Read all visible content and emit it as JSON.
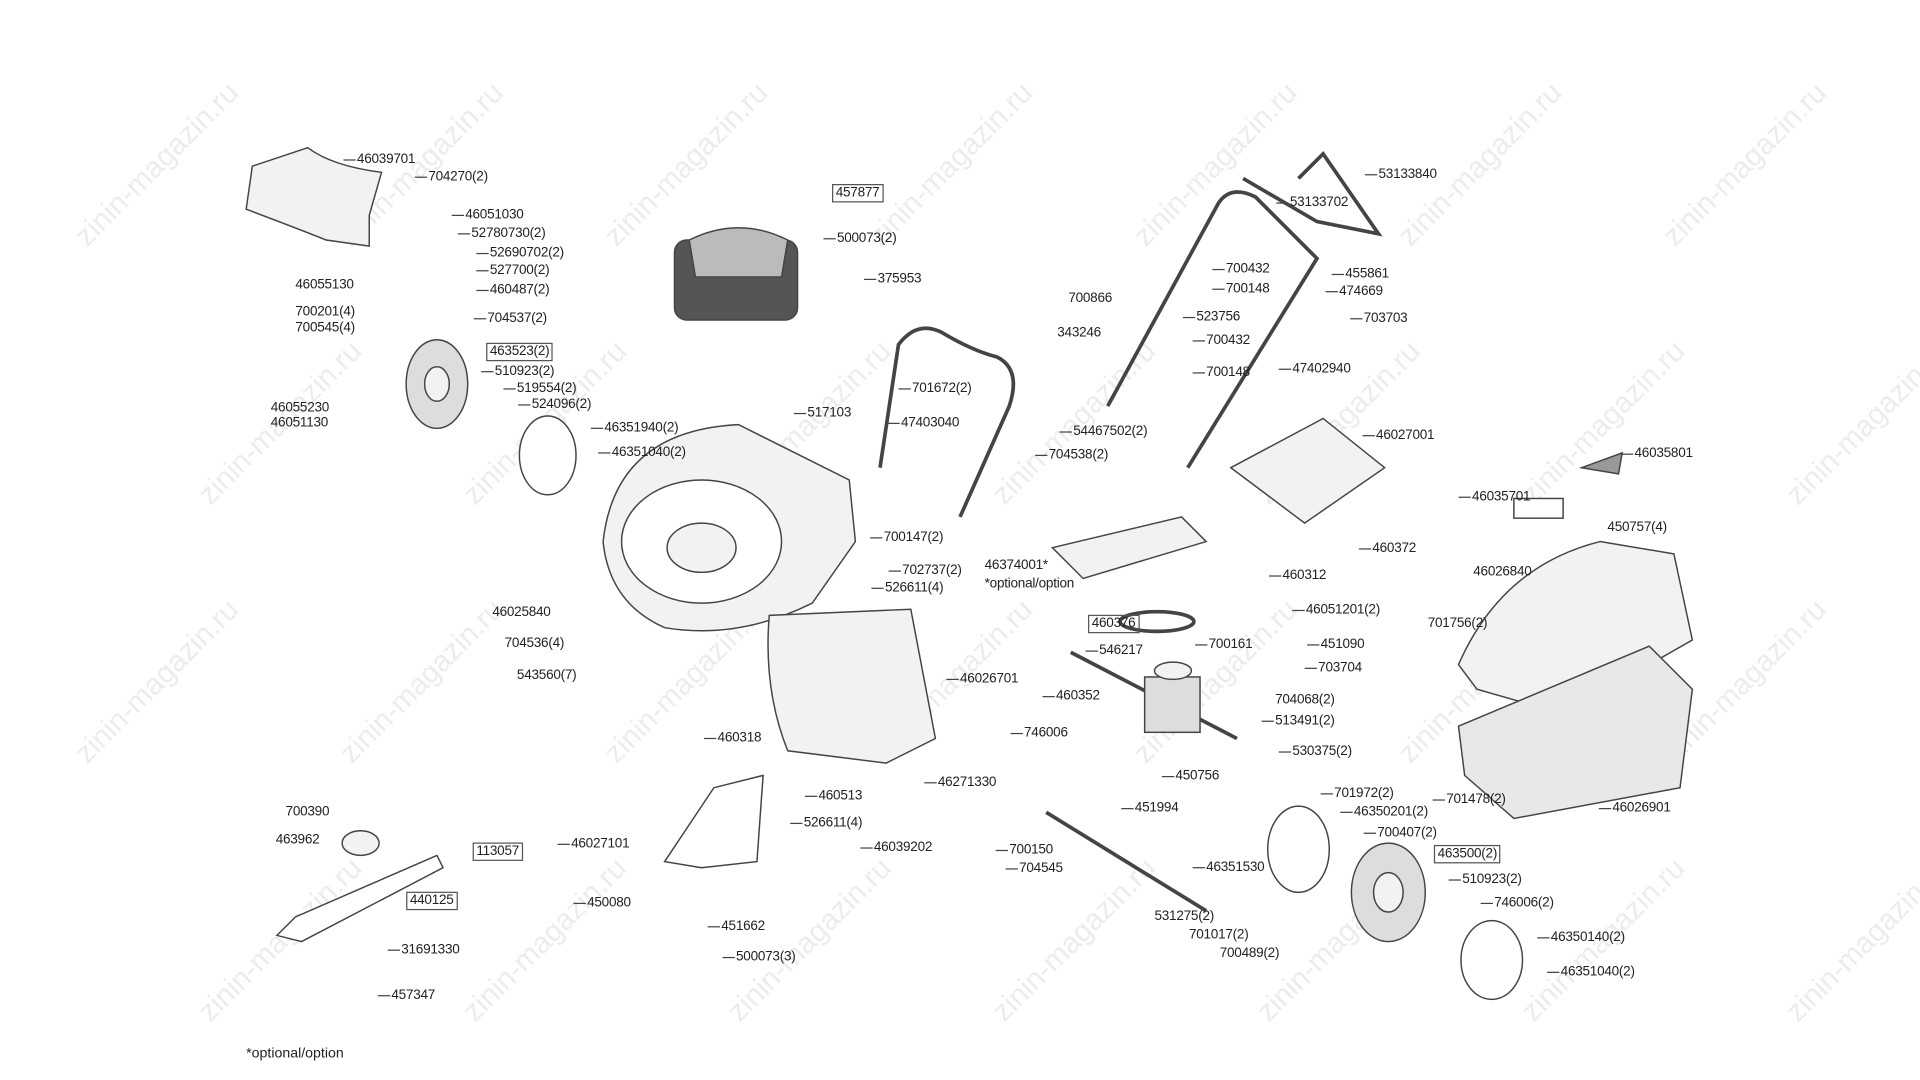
{
  "watermark": "zinin-magazin.ru",
  "footer_note": "*optional/option",
  "labels": [
    {
      "text": "46039701"
    },
    {
      "text": "704270(2)"
    },
    {
      "text": "46051030"
    },
    {
      "text": "52780730(2)"
    },
    {
      "text": "52690702(2)"
    },
    {
      "text": "527700(2)"
    },
    {
      "text": "460487(2)"
    },
    {
      "text": "46055130"
    },
    {
      "text": "700201(4)"
    },
    {
      "text": "700545(4)"
    },
    {
      "text": "704537(2)"
    },
    {
      "text": "463523(2)",
      "boxed": true
    },
    {
      "text": "510923(2)"
    },
    {
      "text": "519554(2)"
    },
    {
      "text": "524096(2)"
    },
    {
      "text": "46055230"
    },
    {
      "text": "46051130"
    },
    {
      "text": "46351940(2)"
    },
    {
      "text": "46351040(2)"
    },
    {
      "text": "457877",
      "boxed": true
    },
    {
      "text": "500073(2)"
    },
    {
      "text": "375953"
    },
    {
      "text": "517103"
    },
    {
      "text": "700147(2)"
    },
    {
      "text": "702737(2)"
    },
    {
      "text": "526611(4)"
    },
    {
      "text": "46025840"
    },
    {
      "text": "704536(4)"
    },
    {
      "text": "543560(7)"
    },
    {
      "text": "46026701"
    },
    {
      "text": "460318"
    },
    {
      "text": "460513"
    },
    {
      "text": "526611(4)"
    },
    {
      "text": "46027101"
    },
    {
      "text": "46039202"
    },
    {
      "text": "46271330"
    },
    {
      "text": "746006"
    },
    {
      "text": "700150"
    },
    {
      "text": "704545"
    },
    {
      "text": "450080"
    },
    {
      "text": "451662"
    },
    {
      "text": "500073(3)"
    },
    {
      "text": "700390"
    },
    {
      "text": "463962"
    },
    {
      "text": "113057",
      "boxed": true
    },
    {
      "text": "440125",
      "boxed": true
    },
    {
      "text": "31691330"
    },
    {
      "text": "457347"
    },
    {
      "text": "47403040"
    },
    {
      "text": "701672(2)"
    },
    {
      "text": "54467502(2)"
    },
    {
      "text": "704538(2)"
    },
    {
      "text": "53133840"
    },
    {
      "text": "53133702"
    },
    {
      "text": "700432"
    },
    {
      "text": "700148"
    },
    {
      "text": "455861"
    },
    {
      "text": "474669"
    },
    {
      "text": "700866"
    },
    {
      "text": "523756"
    },
    {
      "text": "343246"
    },
    {
      "text": "700432"
    },
    {
      "text": "703703"
    },
    {
      "text": "700148"
    },
    {
      "text": "47402940"
    },
    {
      "text": "46027001"
    },
    {
      "text": "460372"
    },
    {
      "text": "460312"
    },
    {
      "text": "46051201(2)"
    },
    {
      "text": "46374001*"
    },
    {
      "text": "*optional/option"
    },
    {
      "text": "460376",
      "boxed": true
    },
    {
      "text": "546217"
    },
    {
      "text": "700161"
    },
    {
      "text": "451090"
    },
    {
      "text": "703704"
    },
    {
      "text": "460352"
    },
    {
      "text": "704068(2)"
    },
    {
      "text": "513491(2)"
    },
    {
      "text": "530375(2)"
    },
    {
      "text": "450756"
    },
    {
      "text": "451994"
    },
    {
      "text": "701972(2)"
    },
    {
      "text": "46350201(2)"
    },
    {
      "text": "700407(2)"
    },
    {
      "text": "463500(2)",
      "boxed": true
    },
    {
      "text": "46351530"
    },
    {
      "text": "510923(2)"
    },
    {
      "text": "746006(2)"
    },
    {
      "text": "531275(2)"
    },
    {
      "text": "701017(2)"
    },
    {
      "text": "700489(2)"
    },
    {
      "text": "46350140(2)"
    },
    {
      "text": "46351040(2)"
    },
    {
      "text": "46035801"
    },
    {
      "text": "46035701"
    },
    {
      "text": "450757(4)"
    },
    {
      "text": "46026840"
    },
    {
      "text": "701756(2)"
    },
    {
      "text": "701478(2)"
    },
    {
      "text": "46026901"
    }
  ]
}
